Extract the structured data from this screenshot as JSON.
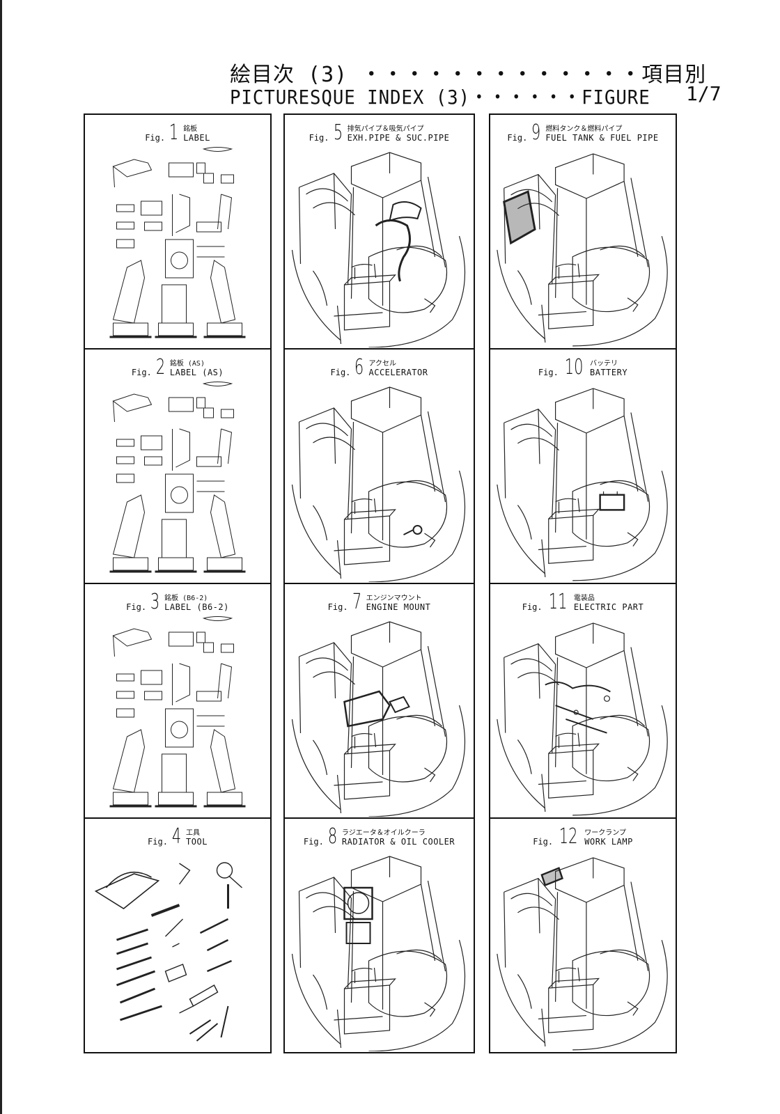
{
  "header": {
    "title_jp": "絵目次 (3) ・・・・・・・・・・・・・項目別",
    "title_en": "PICTURESQUE INDEX (3)・・・・・・FIGURE",
    "page": "1/7"
  },
  "fig_prefix": "Fig.",
  "figures": [
    {
      "num": "1",
      "jp": "銘板",
      "en": "LABEL",
      "art": "label-sheet-art"
    },
    {
      "num": "2",
      "jp": "銘板 (AS)",
      "en": "LABEL (AS)",
      "art": "label-sheet-art"
    },
    {
      "num": "3",
      "jp": "銘板 (B6-2)",
      "en": "LABEL (B6-2)",
      "art": "label-sheet-art"
    },
    {
      "num": "4",
      "jp": "工具",
      "en": "TOOL",
      "art": "tool-set-art"
    },
    {
      "num": "5",
      "jp": "排気パイプ＆吸気パイプ",
      "en": "EXH.PIPE & SUC.PIPE",
      "art": "machine-art"
    },
    {
      "num": "6",
      "jp": "アクセル",
      "en": "ACCELERATOR",
      "art": "machine-art"
    },
    {
      "num": "7",
      "jp": "エンジンマウント",
      "en": "ENGINE MOUNT",
      "art": "machine-art"
    },
    {
      "num": "8",
      "jp": "ラジエータ＆オイルクーラ",
      "en": "RADIATOR & OIL COOLER",
      "art": "machine-art"
    },
    {
      "num": "9",
      "jp": "燃料タンク＆燃料パイプ",
      "en": "FUEL TANK & FUEL PIPE",
      "art": "machine-art"
    },
    {
      "num": "10",
      "jp": "バッテリ",
      "en": "BATTERY",
      "art": "machine-art"
    },
    {
      "num": "11",
      "jp": "電装品",
      "en": "ELECTRIC PART",
      "art": "machine-art"
    },
    {
      "num": "12",
      "jp": "ワークランプ",
      "en": "WORK LAMP",
      "art": "machine-art"
    }
  ]
}
